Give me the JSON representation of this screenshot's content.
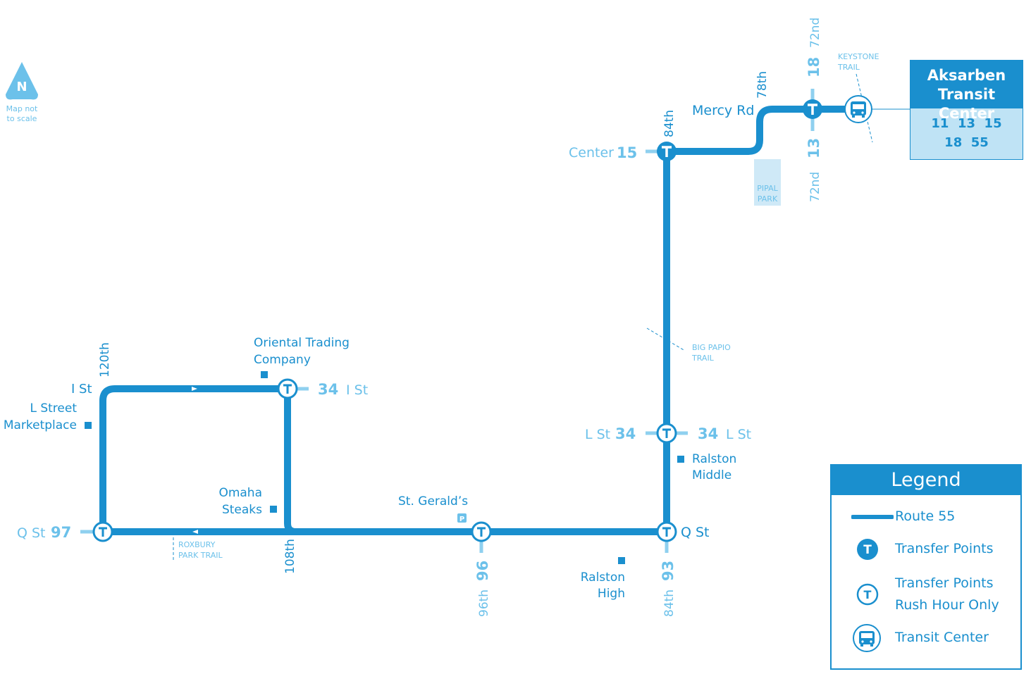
{
  "colors": {
    "route": "#1a8fce",
    "connection": "#8fd0ef",
    "light_text": "#6cc1ea",
    "park": "#cfe9f7"
  },
  "north": {
    "letter": "N",
    "note_line1": "Map not",
    "note_line2": "to scale"
  },
  "transit_center": {
    "line1": "Aksarben",
    "line2": "Transit Center",
    "routes_row1": "11  13  15",
    "routes_row2": "18  55"
  },
  "legend": {
    "title": "Legend",
    "route": "Route 55",
    "transfer": "Transfer Points",
    "transfer_rush_line1": "Transfer Points",
    "transfer_rush_line2": "Rush Hour Only",
    "transit_center": "Transit Center",
    "transfer_icon": "T"
  },
  "streets": {
    "mercy_rd": "Mercy Rd",
    "78th": "78th",
    "84th_top": "84th",
    "72nd_top": "72nd",
    "72nd_bottom": "72nd",
    "center": "Center",
    "i_st_left": "I St",
    "120th": "120th",
    "i_st_right": "I St",
    "l_st_left": "L St",
    "l_st_right": "L St",
    "q_st_left": "Q St",
    "q_st_right": "Q St",
    "108th": "108th",
    "96th": "96th",
    "84th_bottom": "84th"
  },
  "routes": {
    "r18": "18",
    "r13": "13",
    "r15": "15",
    "r34_i": "34",
    "r34_l_left": "34",
    "r34_l_right": "34",
    "r97": "97",
    "r96": "96",
    "r93": "93"
  },
  "trails": {
    "keystone_1": "KEYSTONE",
    "keystone_2": "TRAIL",
    "big_papio_1": "BIG PAPIO",
    "big_papio_2": "TRAIL",
    "roxbury_1": "ROXBURY",
    "roxbury_2": "PARK TRAIL"
  },
  "parks": {
    "pipal_1": "PIPAL",
    "pipal_2": "PARK"
  },
  "landmarks": {
    "oriental_1": "Oriental Trading",
    "oriental_2": "Company",
    "lstreet_1": "L Street",
    "lstreet_2": "Marketplace",
    "omaha_1": "Omaha",
    "omaha_2": "Steaks",
    "st_geralds": "St. Gerald’s",
    "parking": "P",
    "ralston_middle_1": "Ralston",
    "ralston_middle_2": "Middle",
    "ralston_high_1": "Ralston",
    "ralston_high_2": "High"
  }
}
